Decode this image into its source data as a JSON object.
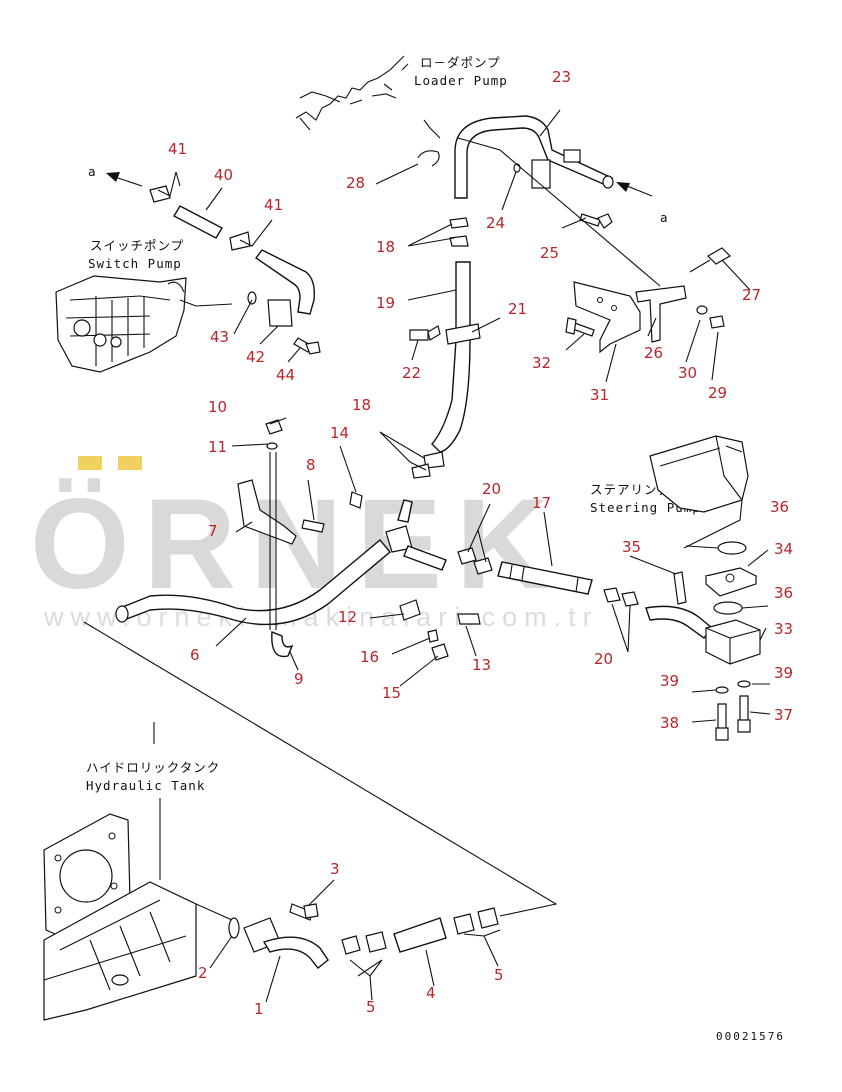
{
  "watermark": {
    "brand": "ÖRNEK",
    "url": "www.ornekiomakinalari.com.tr"
  },
  "drawing_code": "00021576",
  "arrow_letter": "a",
  "components": {
    "loader_pump": {
      "jp": "ロ－ダポンプ",
      "en": "Loader Pump"
    },
    "switch_pump": {
      "jp": "スイッチポンプ",
      "en": "Switch Pump"
    },
    "steering_pump": {
      "jp": "ステアリングポンプ",
      "en": "Steering Pump"
    },
    "hydraulic_tank": {
      "jp": "ハイドロリックタンク",
      "en": "Hydraulic Tank"
    }
  },
  "callouts": {
    "c1": "1",
    "c2": "2",
    "c3": "3",
    "c4": "4",
    "c5a": "5",
    "c5b": "5",
    "c6": "6",
    "c7": "7",
    "c8": "8",
    "c9": "9",
    "c10": "10",
    "c11": "11",
    "c12": "12",
    "c13": "13",
    "c14": "14",
    "c15": "15",
    "c16": "16",
    "c17": "17",
    "c18a": "18",
    "c18b": "18",
    "c19": "19",
    "c20a": "20",
    "c20b": "20",
    "c21": "21",
    "c22": "22",
    "c23": "23",
    "c24": "24",
    "c25": "25",
    "c26": "26",
    "c27": "27",
    "c28": "28",
    "c29": "29",
    "c30": "30",
    "c31": "31",
    "c32": "32",
    "c33": "33",
    "c34": "34",
    "c36a": "36",
    "c35": "35",
    "c36b": "36",
    "c37": "37",
    "c38": "38",
    "c39a": "39",
    "c39b": "39",
    "c40": "40",
    "c41a": "41",
    "c41b": "41",
    "c42": "42",
    "c43": "43",
    "c44": "44"
  },
  "colors": {
    "callout": "#b8262b",
    "watermark": "#d9d9d9",
    "watermark_accent": "#f2d060"
  }
}
